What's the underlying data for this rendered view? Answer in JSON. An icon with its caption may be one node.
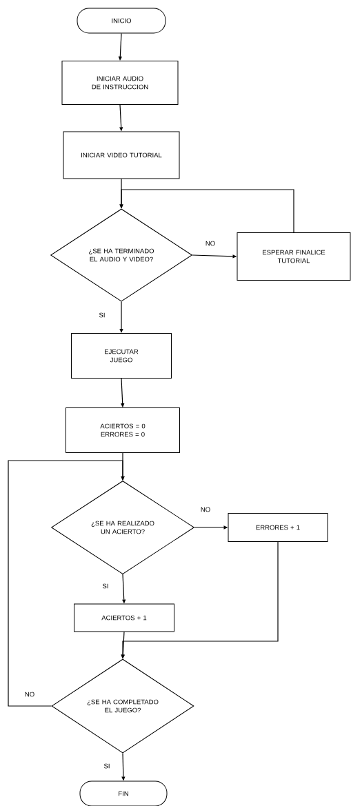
{
  "diagram": {
    "nodes": [
      {
        "text": [
          "INICIO"
        ]
      },
      {
        "text": [
          "INICIAR AUDIO DE INSTRUCCION"
        ]
      },
      {
        "text": [
          "INICIAR VIDEO TUTORIAL"
        ]
      },
      {
        "text": [
          "¿SE HA TERMINADO EL AUDIO Y VIDEO?"
        ]
      },
      {
        "text": [
          "ESPERAR FINALICE TUTORIAL"
        ]
      },
      {
        "text": [
          "EJECUTAR JUEGO"
        ]
      },
      {
        "text": [
          "ACIERTOS = 0 ERRORES = 0"
        ]
      },
      {
        "text": [
          "¿SE HA REALIZADO UN ACIERTO?"
        ]
      },
      {
        "text": [
          "ERRORES + 1"
        ]
      },
      {
        "text": [
          "ACIERTOS + 1"
        ]
      },
      {
        "text": [
          "¿SE HA COMPLETADO EL JUEGO?"
        ]
      },
      {
        "text": [
          "FIN"
        ]
      }
    ],
    "edges": [
      {
        "from": 0,
        "to": 1,
        "arrow": "to"
      },
      {
        "from": 1,
        "to": 2,
        "arrow": "to"
      },
      {
        "from": 2,
        "to": 3,
        "arrow": "to"
      },
      {
        "from": 3,
        "to": 4,
        "arrow": "to",
        "label": "NO"
      },
      {
        "from": 4,
        "to": 3,
        "arrow": "to"
      },
      {
        "from": 3,
        "to": 5,
        "arrow": "to",
        "label": "SI"
      },
      {
        "from": 5,
        "to": 6,
        "arrow": "to"
      },
      {
        "from": 6,
        "to": 7,
        "arrow": "to"
      },
      {
        "from": 7,
        "to": 8,
        "arrow": "to",
        "label": "NO"
      },
      {
        "from": 7,
        "to": 9,
        "arrow": "to",
        "label": "SI"
      },
      {
        "from": 8,
        "to": 10,
        "arrow": "to"
      },
      {
        "from": 9,
        "to": 10,
        "arrow": "to"
      },
      {
        "from": 10,
        "to": 7,
        "arrow": "to",
        "label": "NO"
      },
      {
        "from": 10,
        "to": 11,
        "arrow": "to",
        "label": "SI"
      }
    ]
  }
}
